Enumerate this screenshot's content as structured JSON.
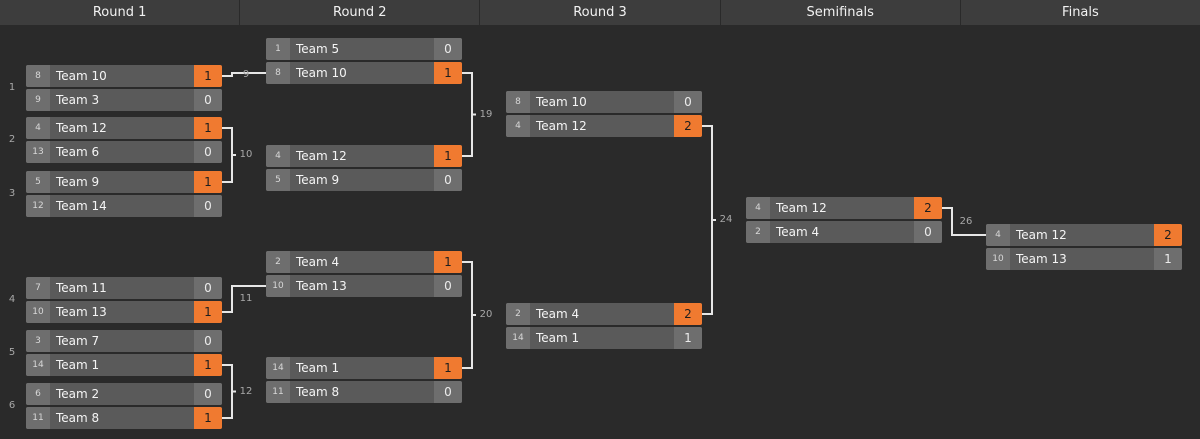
{
  "rounds": [
    "Round 1",
    "Round 2",
    "Round 3",
    "Semifinals",
    "Finals"
  ],
  "colors": {
    "background": "#2a2a2a",
    "header": "#3d3d3d",
    "row": "#5a5a5a",
    "seed_box": "#6e6e6e",
    "winner_score": "#f07a30",
    "line": "#e6e6e6"
  },
  "matches": [
    {
      "id": "1",
      "round": 0,
      "teams": [
        {
          "seed": "8",
          "name": "Team 10",
          "score": "1",
          "winner": true
        },
        {
          "seed": "9",
          "name": "Team 3",
          "score": "0",
          "winner": false
        }
      ]
    },
    {
      "id": "2",
      "round": 0,
      "teams": [
        {
          "seed": "4",
          "name": "Team 12",
          "score": "1",
          "winner": true
        },
        {
          "seed": "13",
          "name": "Team 6",
          "score": "0",
          "winner": false
        }
      ]
    },
    {
      "id": "3",
      "round": 0,
      "teams": [
        {
          "seed": "5",
          "name": "Team 9",
          "score": "1",
          "winner": true
        },
        {
          "seed": "12",
          "name": "Team 14",
          "score": "0",
          "winner": false
        }
      ]
    },
    {
      "id": "4",
      "round": 0,
      "teams": [
        {
          "seed": "7",
          "name": "Team 11",
          "score": "0",
          "winner": false
        },
        {
          "seed": "10",
          "name": "Team 13",
          "score": "1",
          "winner": true
        }
      ]
    },
    {
      "id": "5",
      "round": 0,
      "teams": [
        {
          "seed": "3",
          "name": "Team 7",
          "score": "0",
          "winner": false
        },
        {
          "seed": "14",
          "name": "Team 1",
          "score": "1",
          "winner": true
        }
      ]
    },
    {
      "id": "6",
      "round": 0,
      "teams": [
        {
          "seed": "6",
          "name": "Team 2",
          "score": "0",
          "winner": false
        },
        {
          "seed": "11",
          "name": "Team 8",
          "score": "1",
          "winner": true
        }
      ]
    },
    {
      "id": "9",
      "round": 1,
      "teams": [
        {
          "seed": "1",
          "name": "Team 5",
          "score": "0",
          "winner": false
        },
        {
          "seed": "8",
          "name": "Team 10",
          "score": "1",
          "winner": true
        }
      ]
    },
    {
      "id": "10",
      "round": 1,
      "teams": [
        {
          "seed": "4",
          "name": "Team 12",
          "score": "1",
          "winner": true
        },
        {
          "seed": "5",
          "name": "Team 9",
          "score": "0",
          "winner": false
        }
      ]
    },
    {
      "id": "11",
      "round": 1,
      "teams": [
        {
          "seed": "2",
          "name": "Team 4",
          "score": "1",
          "winner": true
        },
        {
          "seed": "10",
          "name": "Team 13",
          "score": "0",
          "winner": false
        }
      ]
    },
    {
      "id": "12",
      "round": 1,
      "teams": [
        {
          "seed": "14",
          "name": "Team 1",
          "score": "1",
          "winner": true
        },
        {
          "seed": "11",
          "name": "Team 8",
          "score": "0",
          "winner": false
        }
      ]
    },
    {
      "id": "19",
      "round": 2,
      "teams": [
        {
          "seed": "8",
          "name": "Team 10",
          "score": "0",
          "winner": false
        },
        {
          "seed": "4",
          "name": "Team 12",
          "score": "2",
          "winner": true
        }
      ]
    },
    {
      "id": "20",
      "round": 2,
      "teams": [
        {
          "seed": "2",
          "name": "Team 4",
          "score": "2",
          "winner": true
        },
        {
          "seed": "14",
          "name": "Team 1",
          "score": "1",
          "winner": false
        }
      ]
    },
    {
      "id": "24",
      "round": 3,
      "teams": [
        {
          "seed": "4",
          "name": "Team 12",
          "score": "2",
          "winner": true
        },
        {
          "seed": "2",
          "name": "Team 4",
          "score": "0",
          "winner": false
        }
      ]
    },
    {
      "id": "26",
      "round": 4,
      "teams": [
        {
          "seed": "4",
          "name": "Team 12",
          "score": "2",
          "winner": true
        },
        {
          "seed": "10",
          "name": "Team 13",
          "score": "1",
          "winner": false
        }
      ]
    }
  ],
  "connectors": [
    {
      "label": "9",
      "from": [
        "1"
      ],
      "to": "9"
    },
    {
      "label": "10",
      "from": [
        "2",
        "3"
      ],
      "to": "10"
    },
    {
      "label": "11",
      "from": [
        "4"
      ],
      "to": "11"
    },
    {
      "label": "12",
      "from": [
        "5",
        "6"
      ],
      "to": "12"
    },
    {
      "label": "19",
      "from": [
        "9",
        "10"
      ],
      "to": "19"
    },
    {
      "label": "20",
      "from": [
        "11",
        "12"
      ],
      "to": "20"
    },
    {
      "label": "24",
      "from": [
        "19",
        "20"
      ],
      "to": "24"
    },
    {
      "label": "26",
      "from": [
        "24"
      ],
      "to": "26"
    }
  ]
}
